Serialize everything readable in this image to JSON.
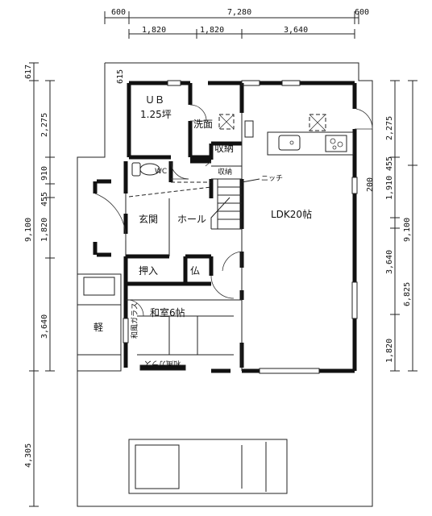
{
  "dimensions": {
    "top_outer": [
      "600",
      "7,280",
      "600"
    ],
    "top_inner": [
      "1,820",
      "1,820",
      "3,640"
    ],
    "left_outer": [
      "617",
      "2,275",
      "910",
      "455",
      "1,820",
      "9,100",
      "3,640",
      "4,305"
    ],
    "right_inner": [
      "2,275",
      "1,910",
      "455",
      "3,640",
      "1,820"
    ],
    "right_outer": [
      "9,100",
      "6,825"
    ],
    "misc": [
      "615",
      "200"
    ]
  },
  "rooms": {
    "ub": "ＵＢ",
    "ub_size": "1.25坪",
    "senmen": "洗面",
    "shuno1": "収納",
    "shuno2": "収納",
    "wc": "WC",
    "niche": "ニッチ",
    "genkan": "玄関",
    "hall": "ホール",
    "ldk": "LDK20帖",
    "oshiire": "押入",
    "butsu": "仏",
    "washitsu": "和室6帖",
    "wamado_glass": "和風ガラス",
    "wamado_glass2": "和風ガラス",
    "kei": "軽"
  }
}
